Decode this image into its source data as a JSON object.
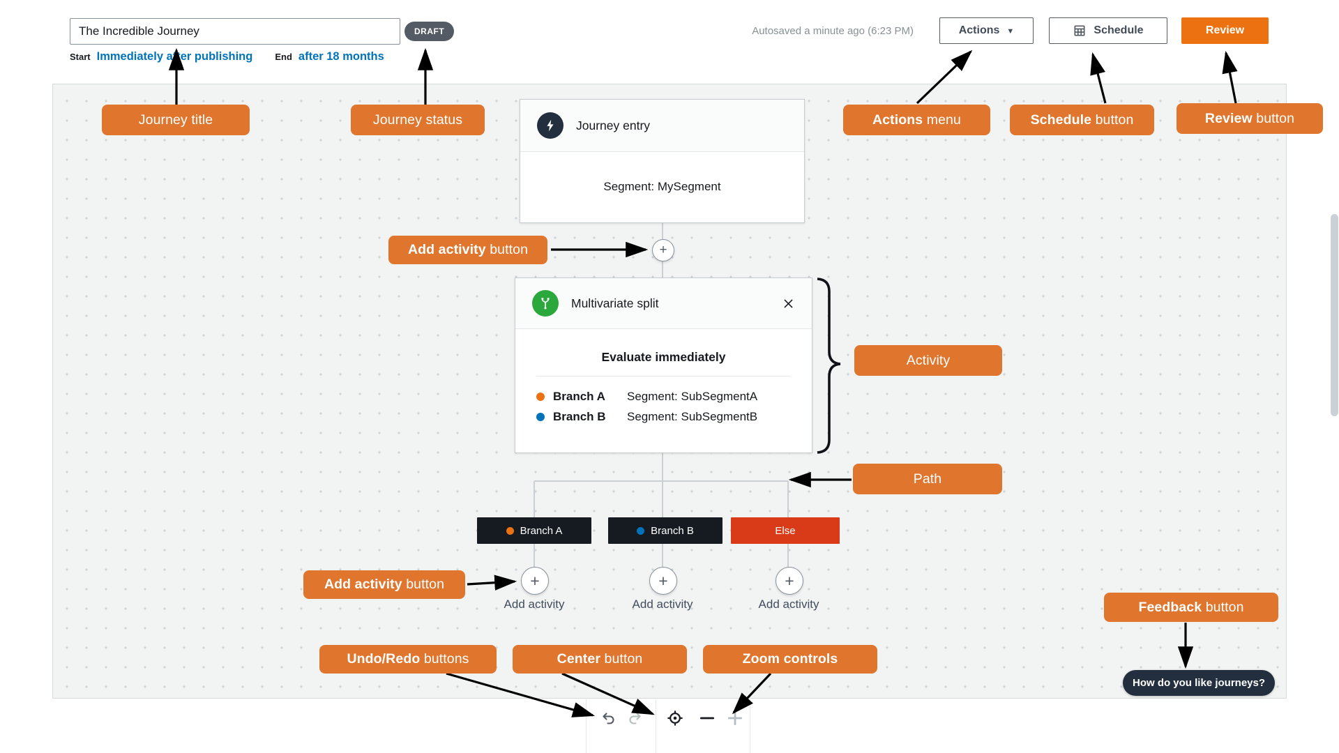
{
  "header": {
    "journey_title_value": "The Incredible Journey",
    "status_badge": "DRAFT",
    "start_label": "Start",
    "start_value": "Immediately after publishing",
    "end_label": "End",
    "end_value": "after 18 months",
    "autosaved_text": "Autosaved a minute ago (6:23 PM)",
    "actions_button": "Actions",
    "schedule_button": "Schedule",
    "review_button": "Review"
  },
  "canvas": {
    "entry_card": {
      "title": "Journey entry",
      "segment": "Segment: MySegment"
    },
    "split_card": {
      "title": "Multivariate split",
      "condition": "Evaluate immediately",
      "branches": [
        {
          "name": "Branch A",
          "segment": "Segment: SubSegmentA",
          "color": "#ec7211"
        },
        {
          "name": "Branch B",
          "segment": "Segment: SubSegmentB",
          "color": "#0073bb"
        }
      ]
    },
    "branch_labels": [
      {
        "label": "Branch A",
        "dot_color": "#ec7211"
      },
      {
        "label": "Branch B",
        "dot_color": "#0073bb"
      },
      {
        "label": "Else"
      }
    ],
    "add_activity_label": "Add activity",
    "feedback_button": "How do you like journeys?"
  },
  "toolbar": {
    "icons": [
      "undo-icon",
      "redo-icon",
      "center-icon",
      "zoom-out-icon",
      "zoom-in-icon"
    ]
  },
  "annotations": {
    "callouts": [
      {
        "id": "journey-title",
        "bold": "",
        "rest": "Journey title"
      },
      {
        "id": "journey-status",
        "bold": "",
        "rest": "Journey status"
      },
      {
        "id": "actions-menu",
        "bold": "Actions",
        "rest": " menu"
      },
      {
        "id": "schedule-button",
        "bold": "Schedule",
        "rest": " button"
      },
      {
        "id": "review-button",
        "bold": "Review",
        "rest": " button"
      },
      {
        "id": "add-activity-top",
        "bold": "Add activity",
        "rest": " button"
      },
      {
        "id": "activity",
        "bold": "",
        "rest": "Activity"
      },
      {
        "id": "path",
        "bold": "",
        "rest": "Path"
      },
      {
        "id": "add-activity-bottom",
        "bold": "Add activity",
        "rest": " button"
      },
      {
        "id": "undo-redo",
        "bold": "Undo/Redo",
        "rest": " buttons"
      },
      {
        "id": "center",
        "bold": "Center",
        "rest": " button"
      },
      {
        "id": "zoom-controls",
        "bold": "Zoom controls",
        "rest": ""
      },
      {
        "id": "feedback",
        "bold": "Feedback",
        "rest": " button"
      }
    ]
  },
  "colors": {
    "annotation_accent": "#e0762d",
    "primary_button": "#ec7211",
    "link_blue": "#0073bb",
    "draft_badge_bg": "#545b64",
    "branch_label_bg": "#161b22",
    "else_label_bg": "#d93a17",
    "entry_icon_bg": "#232f3e",
    "split_icon_bg": "#2aa83c",
    "canvas_bg": "#f2f3f3",
    "canvas_dot": "#cdd3d6"
  }
}
